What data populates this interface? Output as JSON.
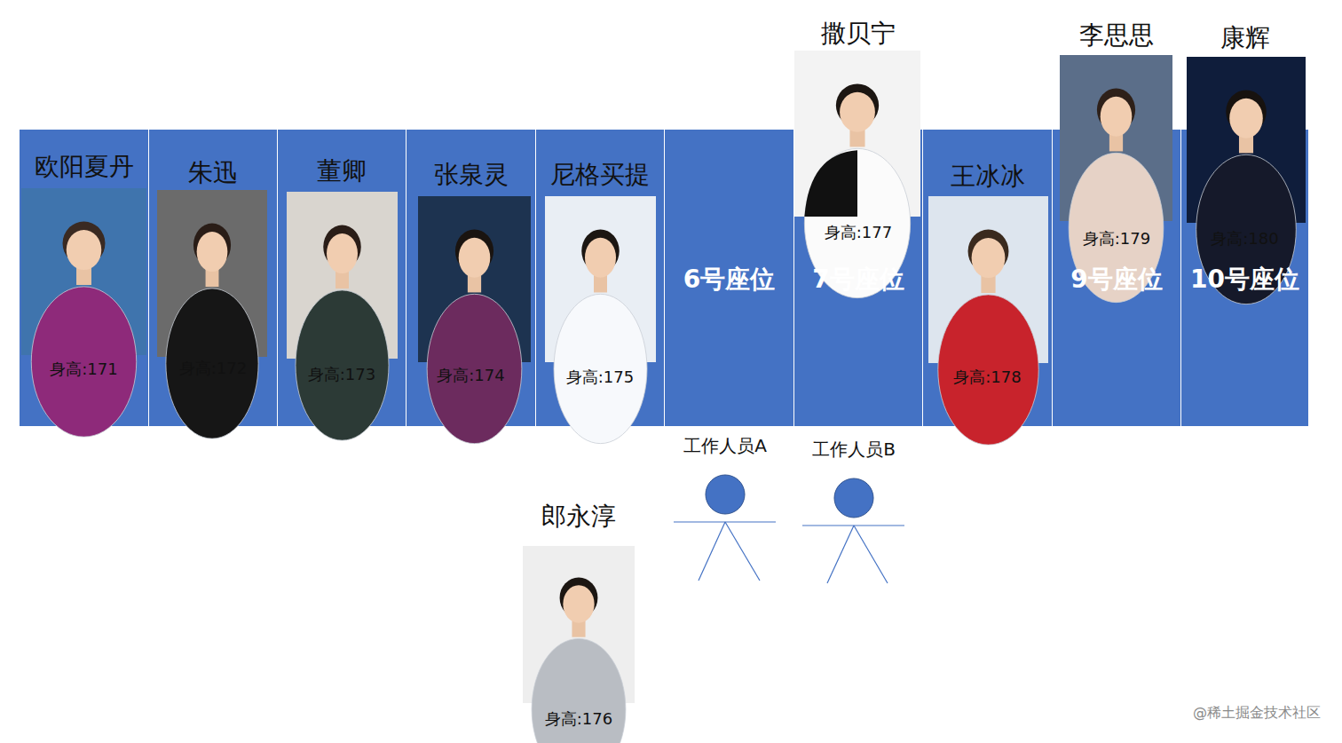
{
  "diagram": {
    "nodes": [
      {
        "text": [
          "欧阳夏丹",
          "身高:171"
        ]
      },
      {
        "text": [
          "朱迅",
          "身高:172"
        ]
      },
      {
        "text": [
          "董卿",
          "身高:173"
        ]
      },
      {
        "text": [
          "张泉灵",
          "身高:174"
        ]
      },
      {
        "text": [
          "尼格买提",
          "身高:175"
        ]
      },
      {
        "text": [
          "6号座位"
        ]
      },
      {
        "text": [
          "撒贝宁",
          "身高:177",
          "7号座位"
        ]
      },
      {
        "text": [
          "王冰冰",
          "身高:178"
        ]
      },
      {
        "text": [
          "李思思",
          "身高:179",
          "9号座位"
        ]
      },
      {
        "text": [
          "康辉",
          "身高:180",
          "10号座位"
        ]
      },
      {
        "text": [
          "工作人员A"
        ]
      },
      {
        "text": [
          "工作人员B"
        ]
      },
      {
        "text": [
          "郎永淳",
          "身高:176"
        ]
      }
    ],
    "labels": [
      "@稀土掘金技术社区"
    ]
  }
}
